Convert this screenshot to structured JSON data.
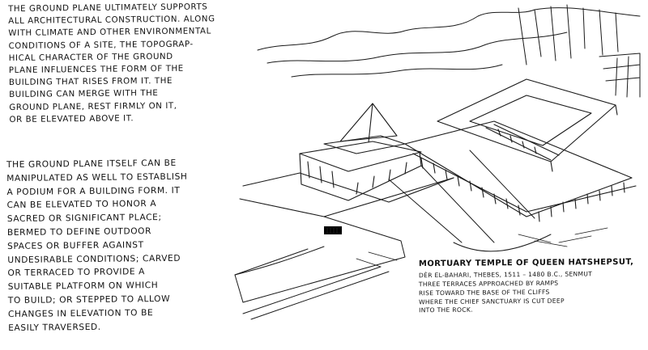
{
  "text_block_1": "The ground plane ultimately supports\nall architectural construction. Along\nwith climate and other environmental\nconditions of a site, the topograp-\nhical character of the ground\nplane influences the form of the\nbuilding that rises from it. The\nbuilding can merge with the\nground plane, rest firmly on it,\nor be elevated above it.",
  "text_block_2": "The ground plane itself can be\nmanipulated as well to establish\na podium for a building form. It\ncan be elevated to honor a\nsacred or signifiCant place;\nbermed to define outdoor\nspaces or buffer against\nundesirable conditions; carved\nor terraced to provide a\nsuitable platform on which\nto build; or stepped to allow\nchanges in elevation to be\neasily traversed.",
  "caption": {
    "title": "Mortuary Temple of Queen Hatshepsut,",
    "subtitle": "Dér el-Bahari, Thebes, 1511 – 1480 B.C., Senmut",
    "body": "Three terraces approached by ramps\nrise toward the base of the cliffs\nwhere the chief sanctuary is cut deep\ninto the rock."
  },
  "colors": {
    "ink": "#1a1a1a",
    "paper": "#ffffff"
  }
}
